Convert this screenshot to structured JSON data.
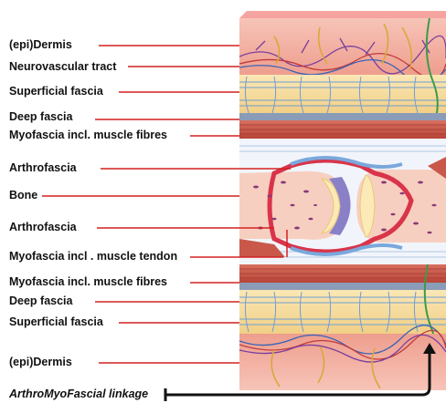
{
  "labels": {
    "epidermis_top": "(epi)Dermis",
    "neurovascular": "Neurovascular tract",
    "superficial_fascia_top": "Superficial fascia",
    "deep_fascia_top": "Deep fascia",
    "myofascia_fibres_top": "Myofascia incl. muscle fibres",
    "arthrofascia_top": "Arthrofascia",
    "bone": "Bone",
    "arthrofascia_bottom": "Arthrofascia",
    "myofascia_tendon": "Myofascia incl . muscle tendon",
    "myofascia_fibres_bottom": "Myofascia incl. muscle fibres",
    "deep_fascia_bottom": "Deep fascia",
    "superficial_fascia_bottom": "Superficial fascia",
    "epidermis_bottom": "(epi)Dermis",
    "linkage": "ArthroMyoFascial linkage"
  },
  "colors": {
    "leader": "#d42020",
    "skin": "#f2b4a8",
    "fat": "#f6dc9a",
    "muscle": "#c9584a",
    "bone": "#f7cfc0",
    "cartilage": "#fbe9b8",
    "capsule": "#d9344a",
    "fascia": "#9dc3e6"
  }
}
